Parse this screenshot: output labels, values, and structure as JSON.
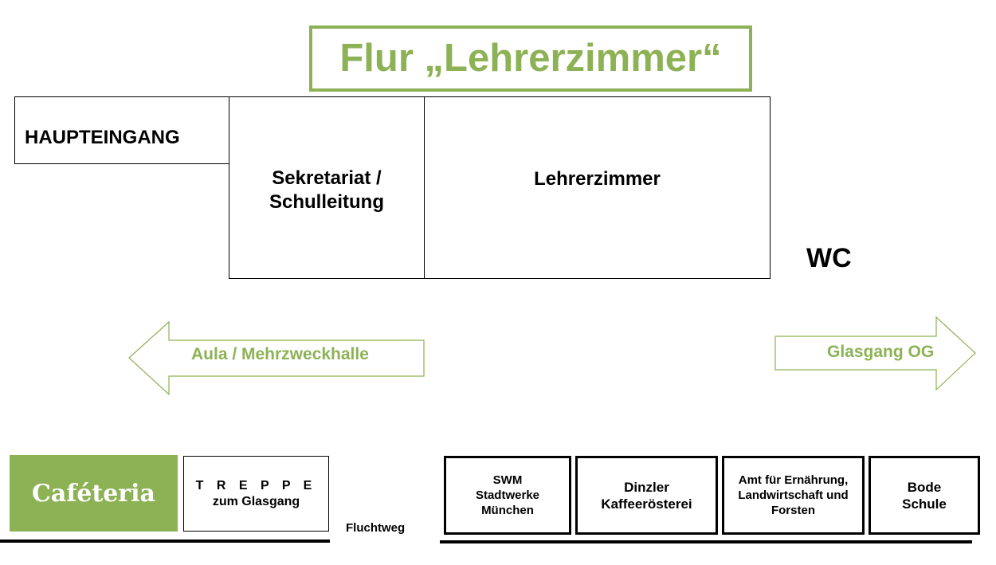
{
  "title": "Flur „Lehrerzimmer“",
  "rooms": {
    "haupteingang": "HAUPTEINGANG",
    "sekretariat": "Sekretariat /\n Schulleitung",
    "lehrerzimmer": "Lehrerzimmer",
    "wc": "WC"
  },
  "directions": {
    "left": "Aula / Mehrzweckhalle",
    "right": "Glasgang OG"
  },
  "bottom": {
    "cafeteria": "Caféteria",
    "treppe_line1": "T R E P P E",
    "treppe_line2": "zum Glasgang",
    "fluchtweg": "Fluchtweg",
    "swm": "SWM\nStadtwerke\nMünchen",
    "dinzler": "Dinzler\nKaffeerösterei",
    "amt": "Amt für Ernährung,\nLandwirtschaft und\nForsten",
    "bode": "Bode\nSchule"
  },
  "colors": {
    "accent": "#8db255",
    "text": "#000000",
    "background": "#ffffff"
  }
}
